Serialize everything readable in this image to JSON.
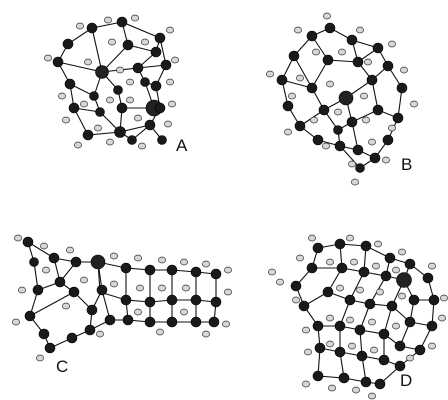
{
  "panels": [
    {
      "id": "A",
      "label": "A"
    },
    {
      "id": "B",
      "label": "B"
    },
    {
      "id": "C",
      "label": "C"
    },
    {
      "id": "D",
      "label": "D"
    }
  ],
  "colors": {
    "bond": "#111111",
    "heavy_atom": "#1a1a1a",
    "hydrogen_atom": "#d7d7d7",
    "background": "#ffffff"
  }
}
